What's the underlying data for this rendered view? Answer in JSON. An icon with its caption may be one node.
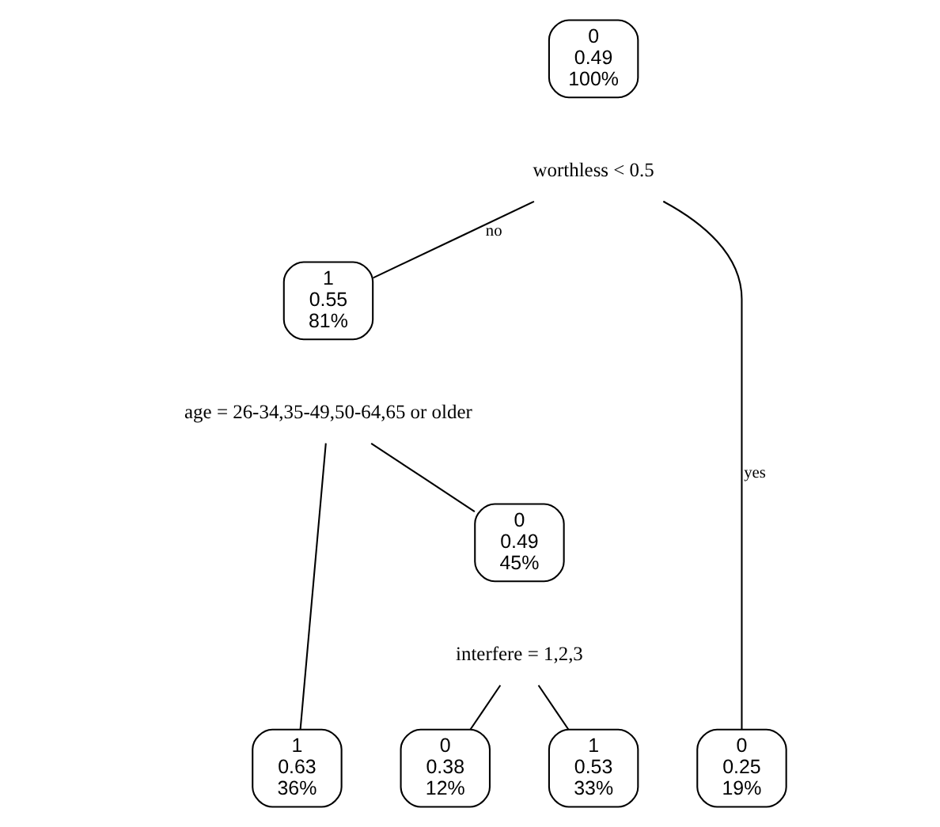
{
  "diagram": {
    "nodes": [
      {
        "text": [
          "0 0.49 100%"
        ]
      },
      {
        "text": [
          "worthless < 0.5"
        ]
      },
      {
        "text": [
          "1 0.55 81%"
        ]
      },
      {
        "text": [
          "age = 26-34,35-49,50-64,65 or older"
        ]
      },
      {
        "text": [
          "0 0.49 45%"
        ]
      },
      {
        "text": [
          "interfere = 1,2,3"
        ]
      },
      {
        "text": [
          "0 0.25 19%"
        ]
      },
      {
        "text": [
          "0 0.38 12%"
        ]
      },
      {
        "text": [
          "1 0.53 33%"
        ]
      },
      {
        "text": [
          "1 0.63 36%"
        ]
      }
    ],
    "edges": [
      {
        "from": 1,
        "to": 6,
        "arrow": "none",
        "label": "yes"
      },
      {
        "from": 1,
        "to": 2,
        "arrow": "none",
        "label": "no"
      },
      {
        "from": 3,
        "to": 4,
        "arrow": "none"
      },
      {
        "from": 3,
        "to": 9,
        "arrow": "none"
      },
      {
        "from": 5,
        "to": 7,
        "arrow": "none"
      },
      {
        "from": 5,
        "to": 8,
        "arrow": "none"
      }
    ]
  }
}
